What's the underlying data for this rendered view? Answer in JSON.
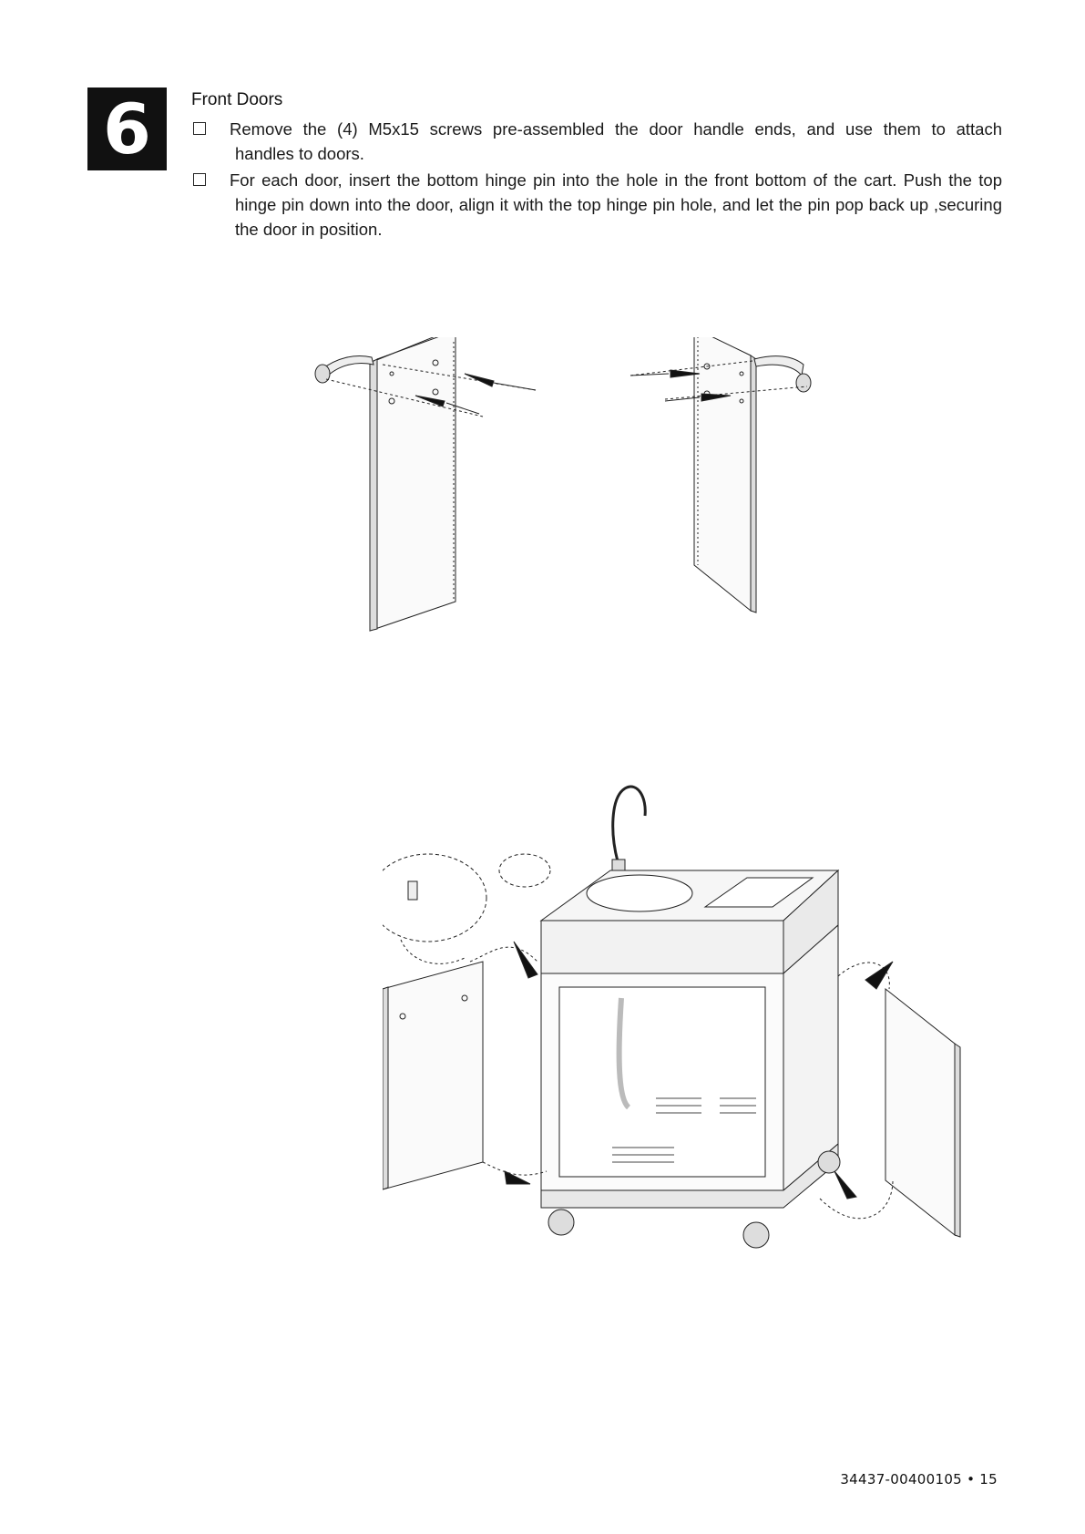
{
  "step": {
    "number": "6"
  },
  "section": {
    "title": "Front Doors"
  },
  "instructions": [
    {
      "line1": "Remove the (4) M5x15 screws pre-assembled the door handle ends, and use them to attach",
      "rest": "handles to doors."
    },
    {
      "line1": "For each door, insert the bottom hinge pin into the hole in the front bottom of the cart. Push the top",
      "rest": "hinge pin down into the door, align it with the top hinge pin hole, and let the pin pop back up ,securing the door in position."
    }
  ],
  "footer": {
    "page_ref": "34437-00400105 • 15"
  },
  "figures": {
    "top": {
      "icon": "door-handle-assembly-diagram"
    },
    "bottom": {
      "icon": "cart-door-installation-diagram"
    }
  }
}
